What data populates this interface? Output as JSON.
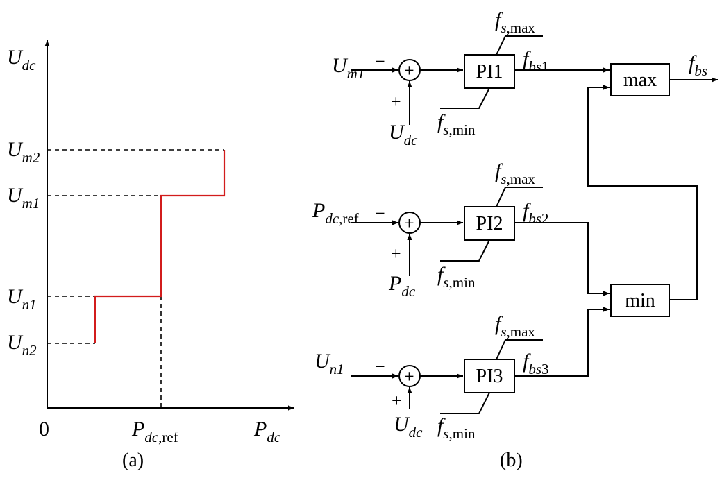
{
  "panel_a": {
    "caption": "(a)",
    "origin_label": "0",
    "y_axis": {
      "main": "U",
      "sub": "dc"
    },
    "x_axis": {
      "main": "P",
      "sub": "dc"
    },
    "levels": {
      "um2": {
        "main": "U",
        "sub": "m2"
      },
      "um1": {
        "main": "U",
        "sub": "m1"
      },
      "un1": {
        "main": "U",
        "sub": "n1"
      },
      "un2": {
        "main": "U",
        "sub": "n2"
      }
    },
    "x_ref": {
      "main": "P",
      "sub_it": "dc",
      "sub_rm": ",ref"
    },
    "line_color": "#d21c1c"
  },
  "panel_b": {
    "caption": "(b)",
    "blocks": {
      "pi1": "PI1",
      "pi2": "PI2",
      "pi3": "PI3",
      "max": "max",
      "min": "min"
    },
    "signs": {
      "minus": "−",
      "plus": "+",
      "sum": "+"
    },
    "inputs": {
      "r1_ref": {
        "main": "U",
        "sub": "m1"
      },
      "r1_fb": {
        "main": "U",
        "sub": "dc"
      },
      "r2_ref": {
        "main": "P",
        "sub_it": "dc",
        "sub_rm": ",ref"
      },
      "r2_fb": {
        "main": "P",
        "sub": "dc"
      },
      "r3_ref": {
        "main": "U",
        "sub": "n1"
      },
      "r3_fb": {
        "main": "U",
        "sub": "dc"
      }
    },
    "limits": {
      "upper": {
        "main": "f",
        "sub_it": "s",
        "sub_rm": ",max"
      },
      "lower": {
        "main": "f",
        "sub_it": "s",
        "sub_rm": ",min"
      }
    },
    "outputs": {
      "fbs1": {
        "main": "f",
        "sub_it": "bs",
        "sub_rm": "1"
      },
      "fbs2": {
        "main": "f",
        "sub_it": "bs",
        "sub_rm": "2"
      },
      "fbs3": {
        "main": "f",
        "sub_it": "bs",
        "sub_rm": "3"
      },
      "fbs": {
        "main": "f",
        "sub_it": "bs",
        "sub_rm": ""
      }
    }
  }
}
